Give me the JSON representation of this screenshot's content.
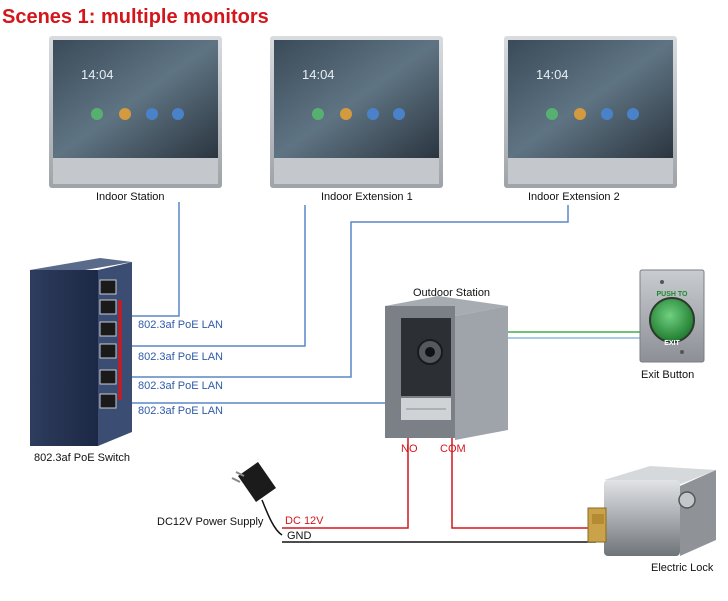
{
  "title": "Scenes 1: multiple monitors",
  "devices": {
    "indoor_station": "Indoor Station",
    "indoor_extension_1": "Indoor Extension 1",
    "indoor_extension_2": "Indoor Extension 2",
    "poe_switch": "802.3af PoE Switch",
    "outdoor_station": "Outdoor Station",
    "exit_button": "Exit Button",
    "power_supply": "DC12V Power Supply",
    "electric_lock": "Electric Lock"
  },
  "monitor_screen": {
    "time": "14:04"
  },
  "exit_button_text": {
    "top": "PUSH TO",
    "bottom": "EXIT"
  },
  "connections": {
    "lan_labels": [
      "802.3af PoE LAN",
      "802.3af PoE LAN",
      "802.3af PoE LAN",
      "802.3af PoE LAN"
    ],
    "no": "NO",
    "com": "COM",
    "dc12v": "DC 12V",
    "gnd": "GND"
  },
  "colors": {
    "title": "#d4161c",
    "lan_wire": "#5b86c8",
    "power_wire": "#d4161c",
    "ground_wire": "#111111",
    "exit_wire": "#3fae49"
  }
}
